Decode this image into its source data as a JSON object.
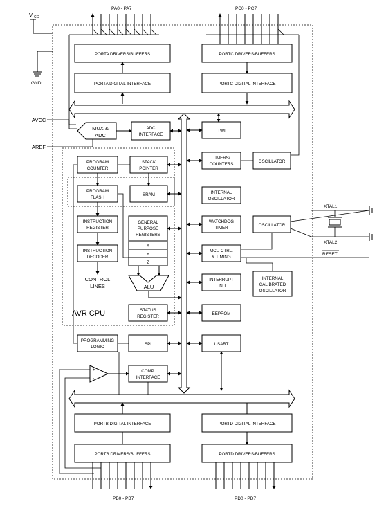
{
  "pins": {
    "vcc": "V",
    "vcc_sub": "CC",
    "gnd": "GND",
    "avcc": "AVCC",
    "aref": "AREF",
    "xtal1": "XTAL1",
    "xtal2": "XTAL2",
    "reset": "RESET",
    "porta": "PA0 - PA7",
    "portc": "PC0 - PC7",
    "portb": "PB0 - PB7",
    "portd": "PD0 - PD7"
  },
  "blocks": {
    "porta_drivers": "PORTA DRIVERS/BUFFERS",
    "porta_interface": "PORTA DIGITAL INTERFACE",
    "portc_drivers": "PORTC DRIVERS/BUFFERS",
    "portc_interface": "PORTC DIGITAL INTERFACE",
    "mux_1": "MUX &",
    "mux_2": "ADC",
    "adc_1": "ADC",
    "adc_2": "INTERFACE",
    "twi": "TWI",
    "pc_1": "PROGRAM",
    "pc_2": "COUNTER",
    "sp_1": "STACK",
    "sp_2": "POINTER",
    "timers_1": "TIMERS/",
    "timers_2": "COUNTERS",
    "oscillator": "OSCILLATOR",
    "flash_1": "PROGRAM",
    "flash_2": "FLASH",
    "sram": "SRAM",
    "int_osc_1": "INTERNAL",
    "int_osc_2": "OSCILLATOR",
    "ir_1": "INSTRUCTION",
    "ir_2": "REGISTER",
    "gpr_1": "GENERAL",
    "gpr_2": "PURPOSE",
    "gpr_3": "REGISTERS",
    "reg_x": "X",
    "reg_y": "Y",
    "reg_z": "Z",
    "wdt_1": "WATCHDOG",
    "wdt_2": "TIMER",
    "xtal_osc": "OSCILLATOR",
    "id_1": "INSTRUCTION",
    "id_2": "DECODER",
    "mcu_1": "MCU CTRL.",
    "mcu_2": "& TIMING",
    "control_1": "CONTROL",
    "control_2": "LINES",
    "alu": "ALU",
    "interrupt_1": "INTERRUPT",
    "interrupt_2": "UNIT",
    "cal_osc_1": "INTERNAL",
    "cal_osc_2": "CALIBRATED",
    "cal_osc_3": "OSCILLATOR",
    "avr_cpu": "AVR CPU",
    "status_1": "STATUS",
    "status_2": "REGISTER",
    "eeprom": "EEPROM",
    "prog_logic_1": "PROGRAMMING",
    "prog_logic_2": "LOGIC",
    "spi": "SPI",
    "usart": "USART",
    "comp_1": "COMP.",
    "comp_2": "INTERFACE",
    "comp_plus": "+",
    "comp_minus": "-",
    "portb_interface": "PORTB DIGITAL INTERFACE",
    "portb_drivers": "PORTB DRIVERS/BUFFERS",
    "portd_interface": "PORTD DIGITAL INTERFACE",
    "portd_drivers": "PORTD DRIVERS/BUFFERS"
  }
}
